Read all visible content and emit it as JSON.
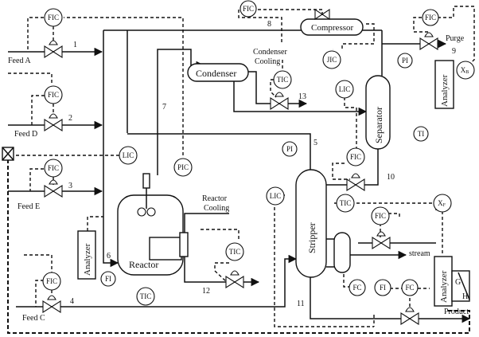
{
  "streams": {
    "feed_a": "Feed A",
    "feed_d": "Feed D",
    "feed_e": "Feed E",
    "feed_c": "Feed C",
    "purge": "Purge",
    "product": "Product",
    "stream": "stream",
    "condenser_cooling": [
      "Condenser",
      "Cooling"
    ],
    "reactor_cooling": [
      "Reactor",
      "Cooling"
    ]
  },
  "units": {
    "reactor": "Reactor",
    "condenser": "Condenser",
    "compressor": "Compressor",
    "separator": "Separator",
    "stripper": "Stripper",
    "analyzer": "Analyzer"
  },
  "stream_numbers": [
    "1",
    "2",
    "3",
    "4",
    "5",
    "6",
    "7",
    "8",
    "9",
    "10",
    "11",
    "12",
    "13"
  ],
  "instruments": {
    "fic": "FIC",
    "tic": "TIC",
    "lic": "LIC",
    "pic": "PIC",
    "jic": "JIC",
    "pi": "PI",
    "ti": "TI",
    "fi": "FI",
    "fc": "FC",
    "xb": "XB",
    "xf": "XF"
  },
  "analyzer_ports": [
    "G",
    "H"
  ]
}
